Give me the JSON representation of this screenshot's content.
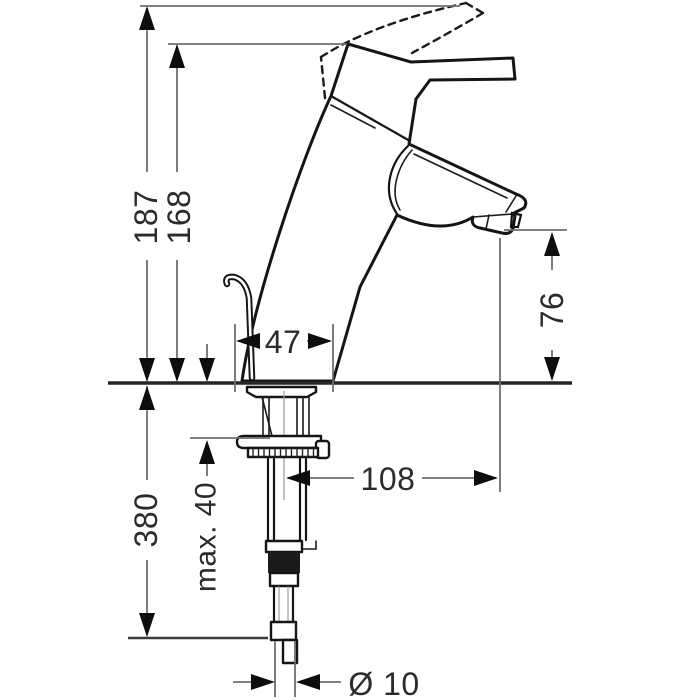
{
  "drawing": {
    "kind": "faucet installation dimension diagram",
    "background": "#ffffff",
    "colors": {
      "outline": "#151515",
      "dimension_line": "#6f6f6f",
      "arrow": "#0d0d0d",
      "text": "#2b2b2b",
      "counter_line": "#262626"
    },
    "dimensions": {
      "total_height": "187",
      "height_to_lever": "168",
      "spout_height": "76",
      "base_width": "47",
      "spout_reach": "108",
      "hose_length": "380",
      "max_mounting_depth": "max. 40",
      "connection_diameter": "Ø 10"
    }
  }
}
